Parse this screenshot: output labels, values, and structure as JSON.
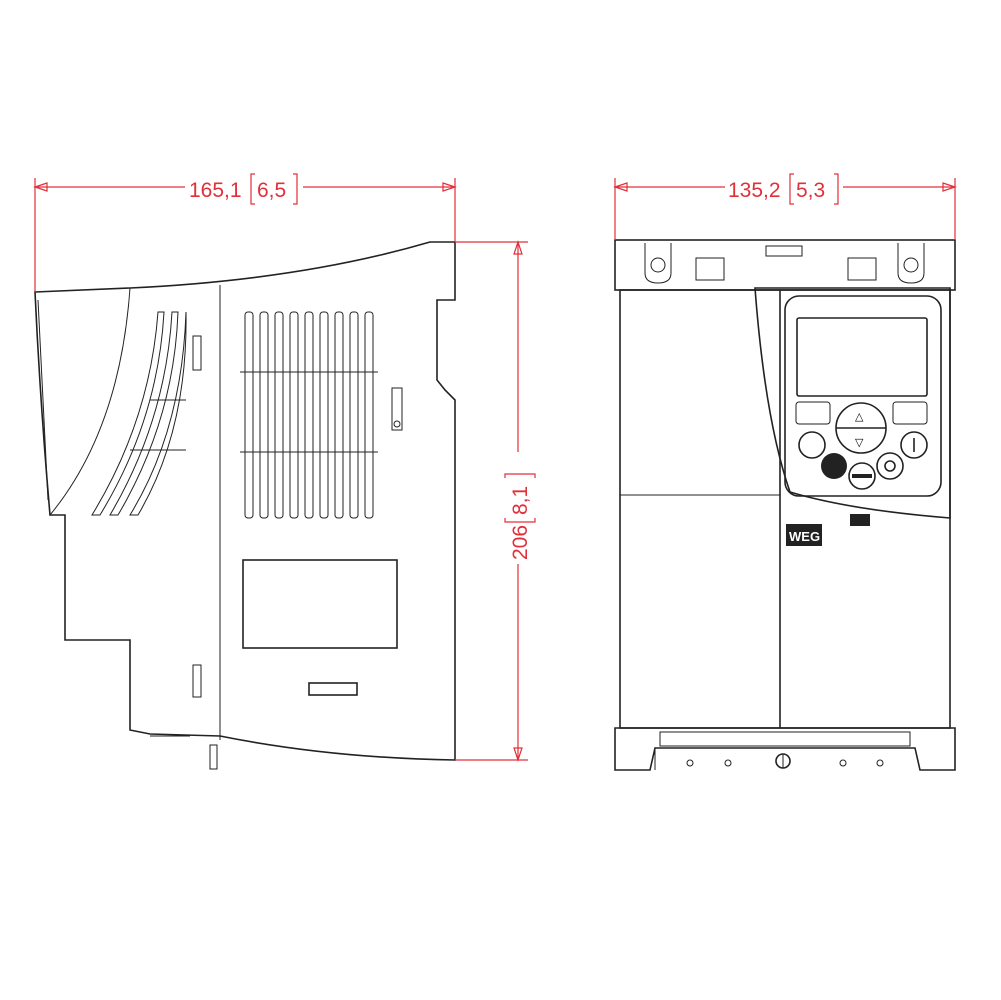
{
  "side_view": {
    "width_mm": "165,1",
    "width_in": "6,5",
    "height_mm": "206",
    "height_in": "8,1"
  },
  "front_view": {
    "width_mm": "135,2",
    "width_in": "5,3",
    "logo_text": "WEG"
  },
  "colors": {
    "dimension": "#e0303a",
    "outline": "#222222"
  }
}
